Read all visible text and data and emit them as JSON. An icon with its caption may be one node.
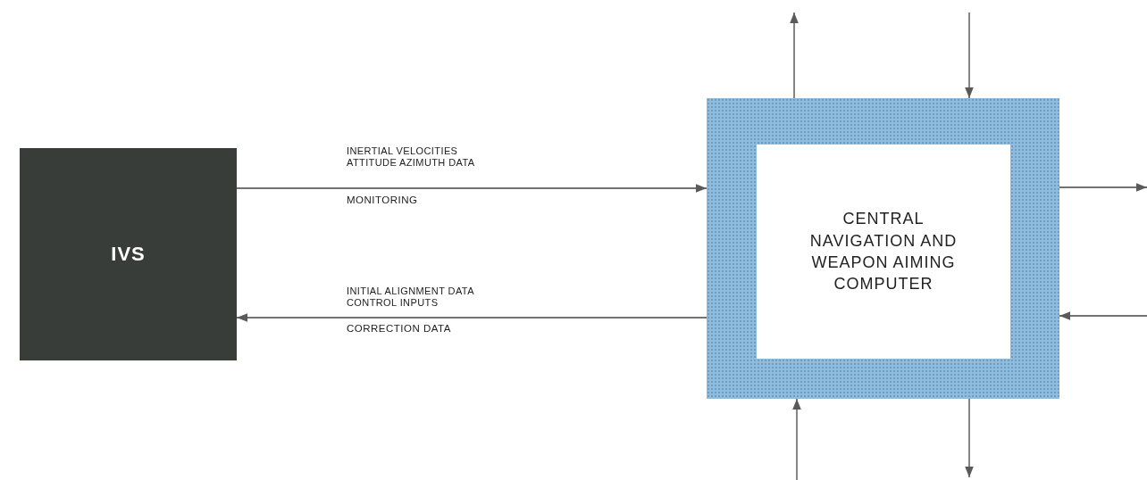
{
  "diagram": {
    "nodes": [
      {
        "text": [
          "IVS"
        ]
      },
      {
        "text": [],
        "shape": "box"
      },
      {
        "text": [
          "CENTRAL NAVIGATION AND WEAPON AIMING COMPUTER"
        ],
        "in": 1
      }
    ],
    "edges": [
      {
        "from": 0,
        "to": 1,
        "arrow": "to",
        "label": "INERTIAL VELOCITIES ATTITUDE AZIMUTH DATA"
      },
      {
        "from": 1,
        "to": 0,
        "arrow": "to",
        "label": "INITIAL ALIGNMENT DATA CONTROL INPUTS"
      },
      {
        "from": 1,
        "to": null,
        "arrow": "to"
      },
      {
        "from": null,
        "to": 1,
        "arrow": "to"
      },
      {
        "from": 1,
        "to": null,
        "arrow": "to"
      },
      {
        "from": null,
        "to": 1,
        "arrow": "to"
      },
      {
        "from": null,
        "to": 1,
        "arrow": "to"
      },
      {
        "from": 1,
        "to": null,
        "arrow": "to"
      }
    ],
    "labels": [
      "MONITORING",
      "CORRECTION DATA"
    ]
  }
}
